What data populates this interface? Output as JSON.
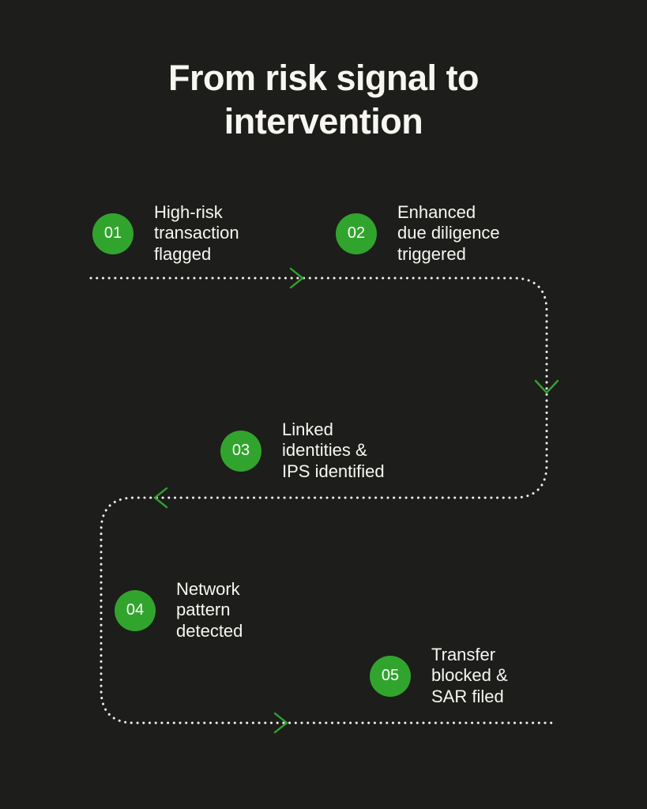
{
  "colors": {
    "bg": "#1d1d1b",
    "green": "#31a42e",
    "text": "#f7f6f1",
    "dot": "#f1f0ec"
  },
  "title": "From risk signal to intervention",
  "steps": [
    {
      "number": "01",
      "label": "High-risk\ntransaction\nflagged"
    },
    {
      "number": "02",
      "label": "Enhanced\ndue diligence\ntriggered"
    },
    {
      "number": "03",
      "label": "Linked\nidentities &\nIPS identified"
    },
    {
      "number": "04",
      "label": "Network\npattern\ndetected"
    },
    {
      "number": "05",
      "label": "Transfer\nblocked &\nSAR filed"
    }
  ]
}
